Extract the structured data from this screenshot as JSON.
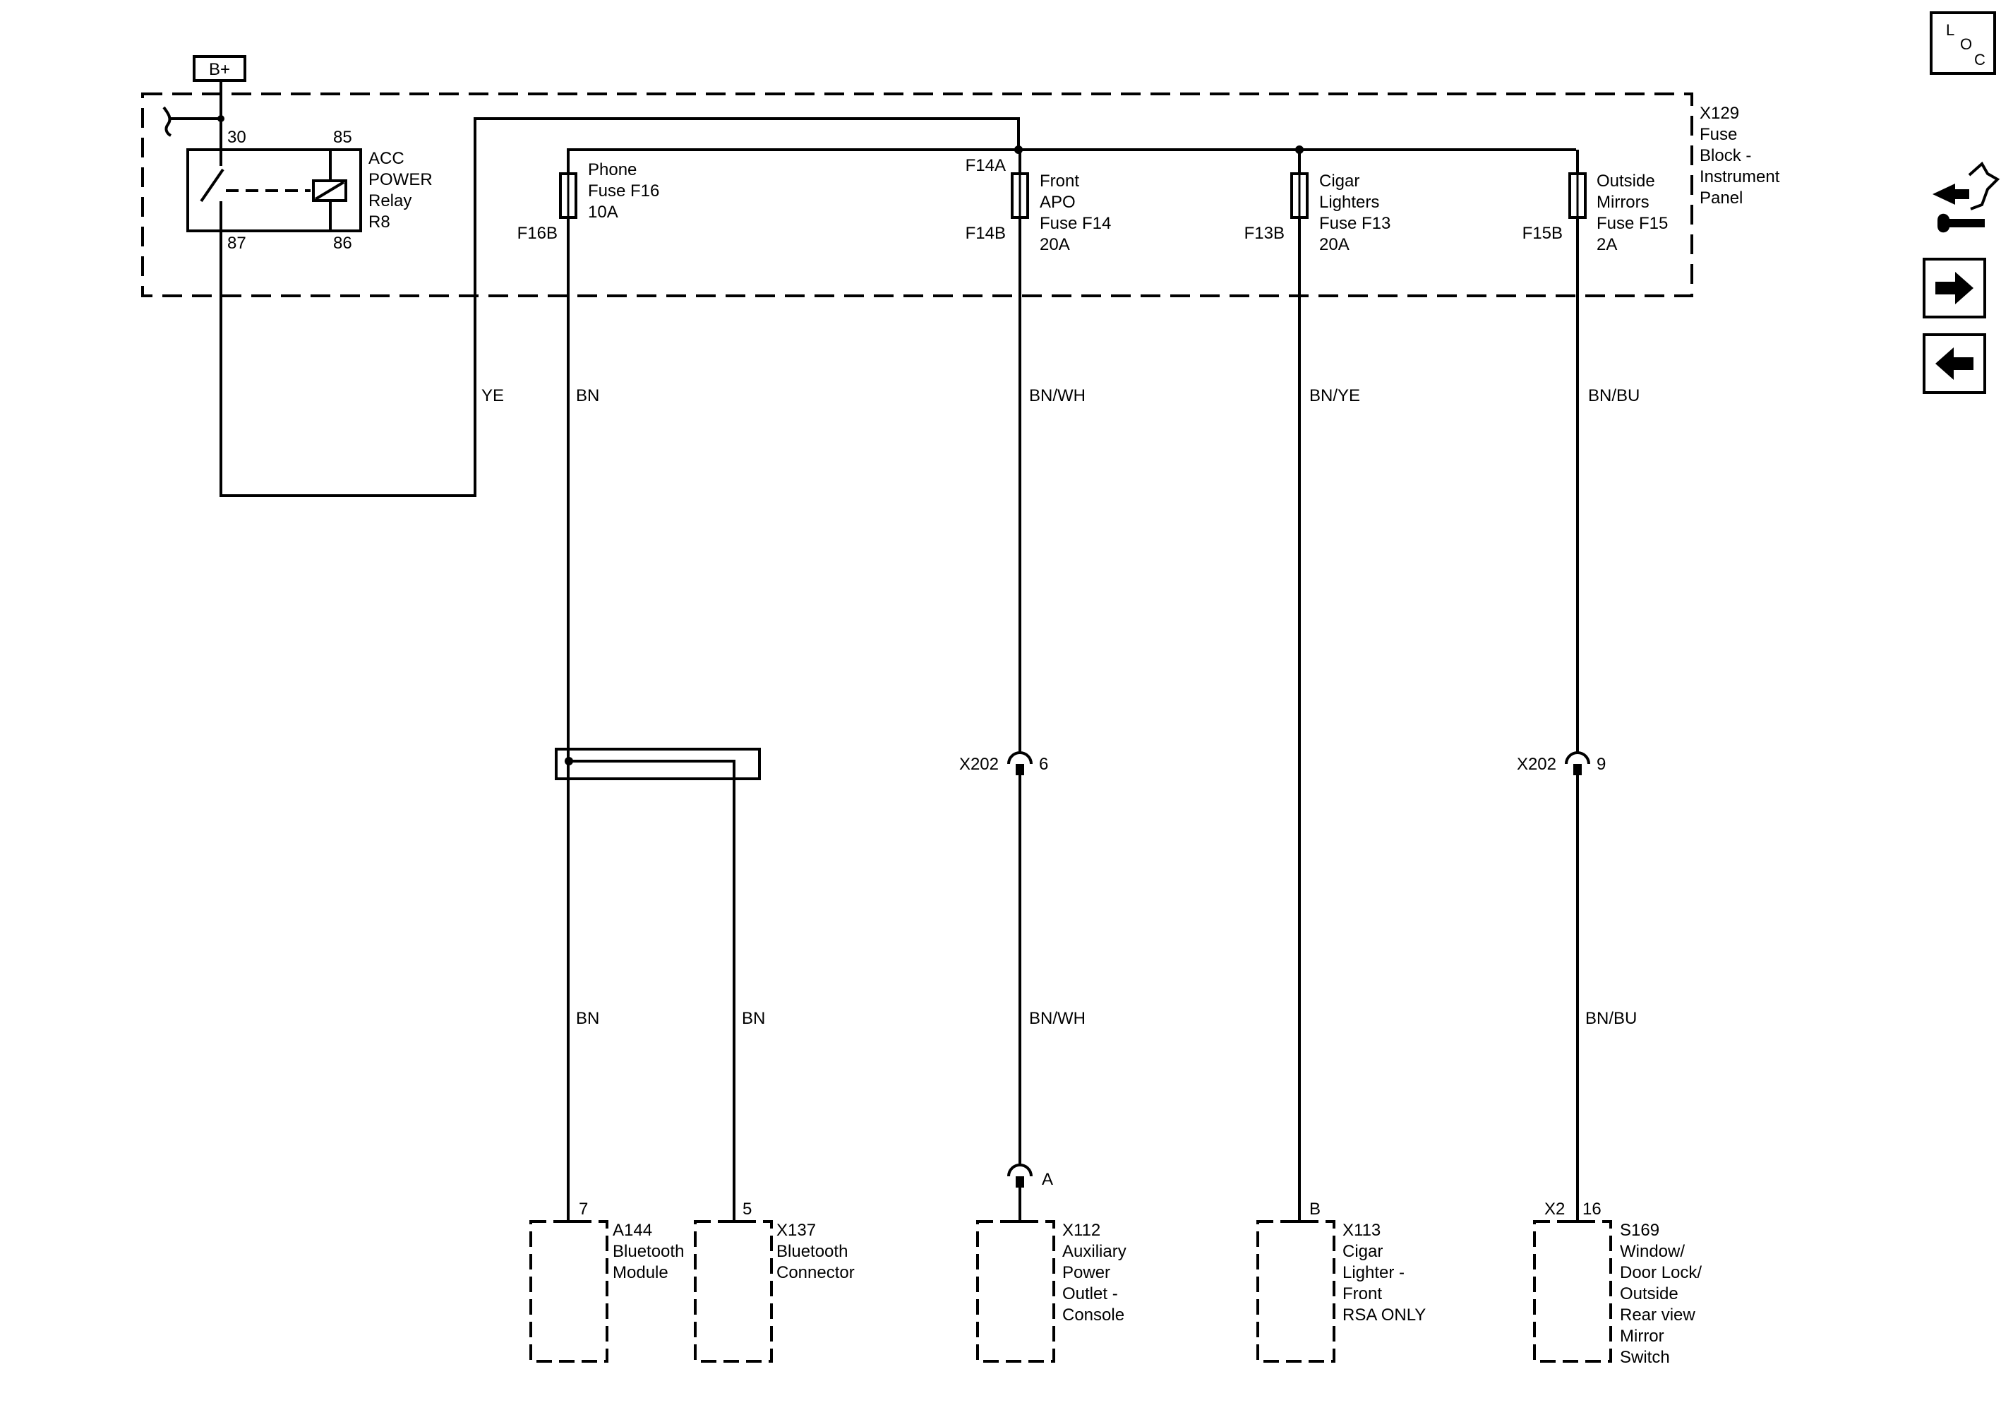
{
  "battery": "B+",
  "fuse_block": {
    "id": "X129",
    "lines": [
      "Fuse",
      "Block -",
      "Instrument",
      "Panel"
    ]
  },
  "relay": {
    "lines": [
      "ACC",
      "POWER",
      "Relay",
      "R8"
    ],
    "pins": {
      "p30": "30",
      "p85": "85",
      "p87": "87",
      "p86": "86"
    }
  },
  "fuses": {
    "phone": {
      "lines": [
        "Phone",
        "Fuse F16",
        "10A"
      ],
      "term_b": "F16B"
    },
    "front_apo": {
      "lines": [
        "Front",
        "APO",
        "Fuse F14",
        "20A"
      ],
      "term_a": "F14A",
      "term_b": "F14B"
    },
    "cigar": {
      "lines": [
        "Cigar",
        "Lighters",
        "Fuse F13",
        "20A"
      ],
      "term_b": "F13B"
    },
    "outside_mirrors": {
      "lines": [
        "Outside",
        "Mirrors",
        "Fuse F15",
        "2A"
      ],
      "term_b": "F15B"
    }
  },
  "wires": {
    "relay_out": "YE",
    "phone_upper": "BN",
    "apo_upper": "BN/WH",
    "cigar": "BN/YE",
    "mirrors_upper": "BN/BU",
    "phone_lower_a": "BN",
    "phone_lower_b": "BN",
    "apo_lower": "BN/WH",
    "mirrors_lower": "BN/BU"
  },
  "inline_connectors": {
    "apo": {
      "id": "X202",
      "pin": "6"
    },
    "mirrors": {
      "id": "X202",
      "pin": "9"
    },
    "x112_pin": "A"
  },
  "components": {
    "a144": {
      "pin": "7",
      "lines": [
        "A144",
        "Bluetooth",
        "Module"
      ]
    },
    "x137": {
      "pin": "5",
      "lines": [
        "X137",
        "Bluetooth",
        "Connector"
      ]
    },
    "x112": {
      "lines": [
        "X112",
        "Auxiliary",
        "Power",
        "Outlet -",
        "Console"
      ]
    },
    "x113": {
      "pin": "B",
      "lines": [
        "X113",
        "Cigar",
        "Lighter -",
        "Front",
        "RSA ONLY"
      ]
    },
    "s169": {
      "connector": "X2",
      "pin": "16",
      "lines": [
        "S169",
        "Window/",
        "Door Lock/",
        "Outside",
        "Rear view",
        "Mirror",
        "Switch"
      ]
    }
  },
  "nav": {
    "loc": {
      "l": "L",
      "o": "O",
      "c": "C"
    },
    "icons": [
      "component-view-icon",
      "next-page-icon",
      "previous-page-icon"
    ]
  }
}
